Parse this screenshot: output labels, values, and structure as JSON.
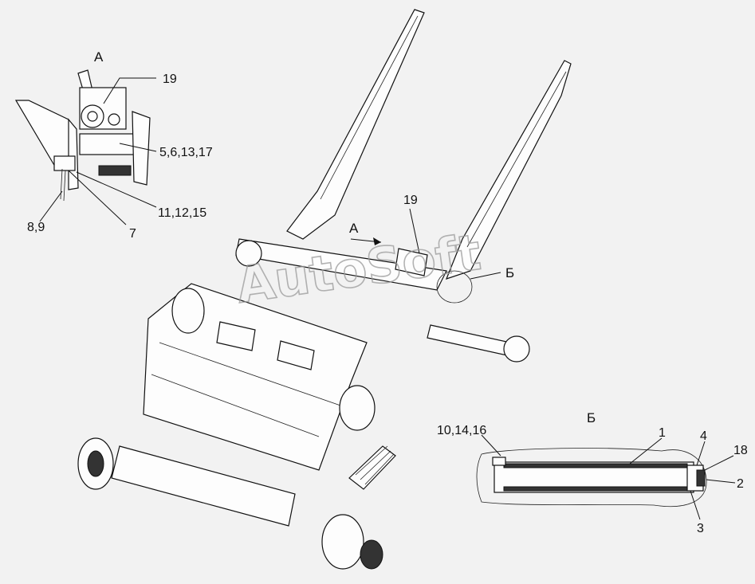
{
  "view_a": {
    "title": "А",
    "callouts": [
      "19",
      "5,6,13,17",
      "11,12,15",
      "8,9",
      "7"
    ]
  },
  "main_view": {
    "callouts": [
      "19",
      "А",
      "Б"
    ]
  },
  "view_b": {
    "title": "Б",
    "callouts": [
      "10,14,16",
      "1",
      "4",
      "18",
      "2",
      "3"
    ]
  },
  "watermark": "AutoSoft"
}
